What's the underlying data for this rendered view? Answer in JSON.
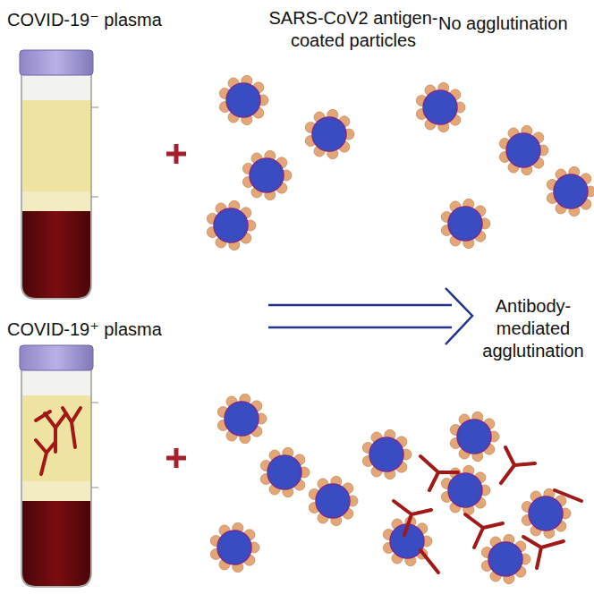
{
  "diagram": {
    "labels": [
      "COVID-19⁻ plasma",
      "SARS-CoV2 antigen-coated particles",
      "No agglutination",
      "COVID-19⁺ plasma",
      "Antibody-mediated agglutination"
    ]
  }
}
